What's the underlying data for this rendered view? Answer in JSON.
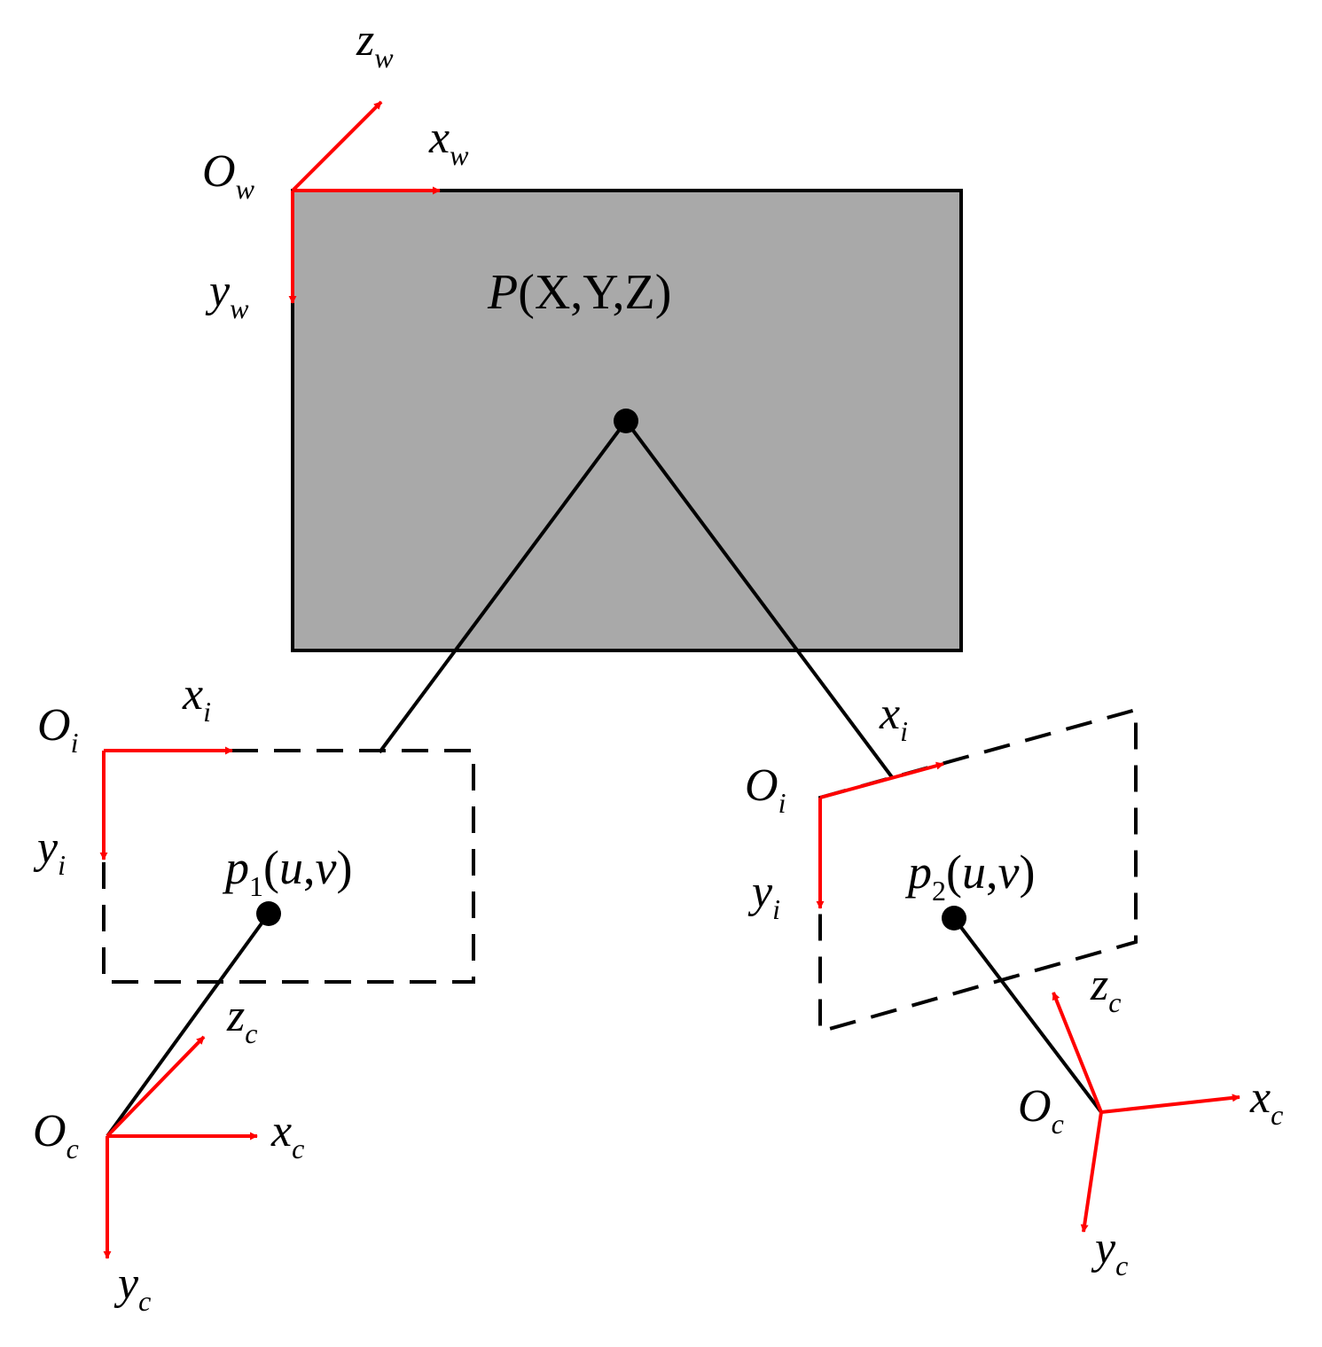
{
  "colors": {
    "axis": "#ff0000",
    "object_fill": "#a9a9a9",
    "line": "#000000",
    "background": "#ffffff"
  },
  "world_frame": {
    "origin": {
      "base": "O",
      "sub": "w"
    },
    "x_axis": {
      "base": "x",
      "sub": "w"
    },
    "y_axis": {
      "base": "y",
      "sub": "w"
    },
    "z_axis": {
      "base": "z",
      "sub": "w"
    }
  },
  "world_point": {
    "letter": "P",
    "coords": "(X,Y,Z)"
  },
  "left_camera": {
    "image_origin": {
      "base": "O",
      "sub": "i"
    },
    "image_x": {
      "base": "x",
      "sub": "i"
    },
    "image_y": {
      "base": "y",
      "sub": "i"
    },
    "image_point": {
      "letter": "p",
      "sub": "1",
      "coords_open": "(",
      "u": "u",
      "comma": ",",
      "v": "v",
      "coords_close": ")"
    },
    "camera_origin": {
      "base": "O",
      "sub": "c"
    },
    "camera_x": {
      "base": "x",
      "sub": "c"
    },
    "camera_y": {
      "base": "y",
      "sub": "c"
    },
    "camera_z": {
      "base": "z",
      "sub": "c"
    }
  },
  "right_camera": {
    "image_origin": {
      "base": "O",
      "sub": "i"
    },
    "image_x": {
      "base": "x",
      "sub": "i"
    },
    "image_y": {
      "base": "y",
      "sub": "i"
    },
    "image_point": {
      "letter": "p",
      "sub": "2",
      "coords_open": "(",
      "u": "u",
      "comma": ",",
      "v": "v",
      "coords_close": ")"
    },
    "camera_origin": {
      "base": "O",
      "sub": "c"
    },
    "camera_x": {
      "base": "x",
      "sub": "c"
    },
    "camera_y": {
      "base": "y",
      "sub": "c"
    },
    "camera_z": {
      "base": "z",
      "sub": "c"
    }
  }
}
